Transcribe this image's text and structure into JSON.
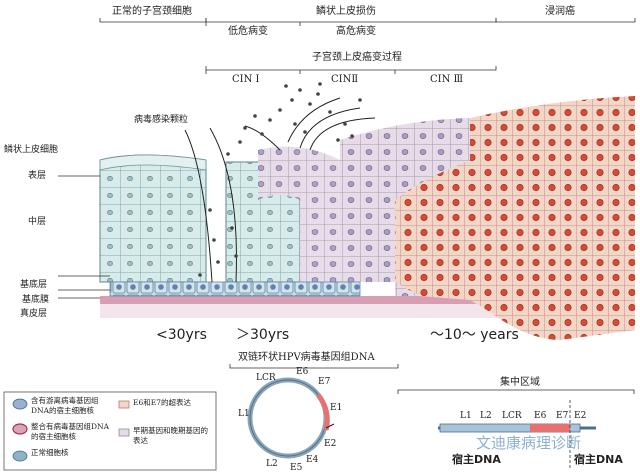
{
  "header": {
    "normal_cells": "正常的子宫颈细胞",
    "squamous_lesion": "鳞状上皮损伤",
    "low_risk": "低危病变",
    "high_risk": "高危病变",
    "invasive": "浸润癌",
    "progression": "子宫颈上皮癌变过程",
    "cin1": "CIN Ⅰ",
    "cin2": "CINⅡ",
    "cin3": "CIN Ⅲ"
  },
  "labels": {
    "virus_particles": "病毒感染颗粒",
    "squamous_epithelium": "鳞状上皮细胞",
    "surface_layer": "表层",
    "middle_layer": "中层",
    "basal_layer": "基底层",
    "basement_membrane": "基底膜",
    "dermis": "真皮层"
  },
  "timeline": {
    "t1": "<30yrs",
    "t2": "＞30yrs",
    "t3": "～10～ years"
  },
  "hpv": {
    "title": "双链环状HPV病毒基因组DNA",
    "genes": [
      "LCR",
      "E6",
      "E7",
      "E1",
      "E2",
      "E4",
      "E5",
      "L2",
      "L1"
    ]
  },
  "legend": {
    "items": [
      "含有游离病毒基因组DNA的宿主细胞核",
      "整合有病毒基因组DNA的宿主细胞核",
      "正常细胞核",
      "E6和E7的超表达",
      "早期基因和晚期基因的表达"
    ]
  },
  "integration": {
    "title": "集中区域",
    "genes": [
      "L1",
      "L2",
      "LCR",
      "E6",
      "E7",
      "E2"
    ],
    "host_left": "宿主DNA",
    "host_right": "宿主DNA"
  },
  "watermark": "文迪康病理诊断",
  "colors": {
    "normal_cell": "#cfe6e6",
    "cell_edge": "#7a9aa0",
    "mid_cell": "#e9d8e6",
    "cancer_cell": "#f3d4c6",
    "cancer_nucleus": "#d5462f",
    "basal_row": "#c9dfe9",
    "membrane": "#d49bb0",
    "dermis": "#efe3ea"
  }
}
